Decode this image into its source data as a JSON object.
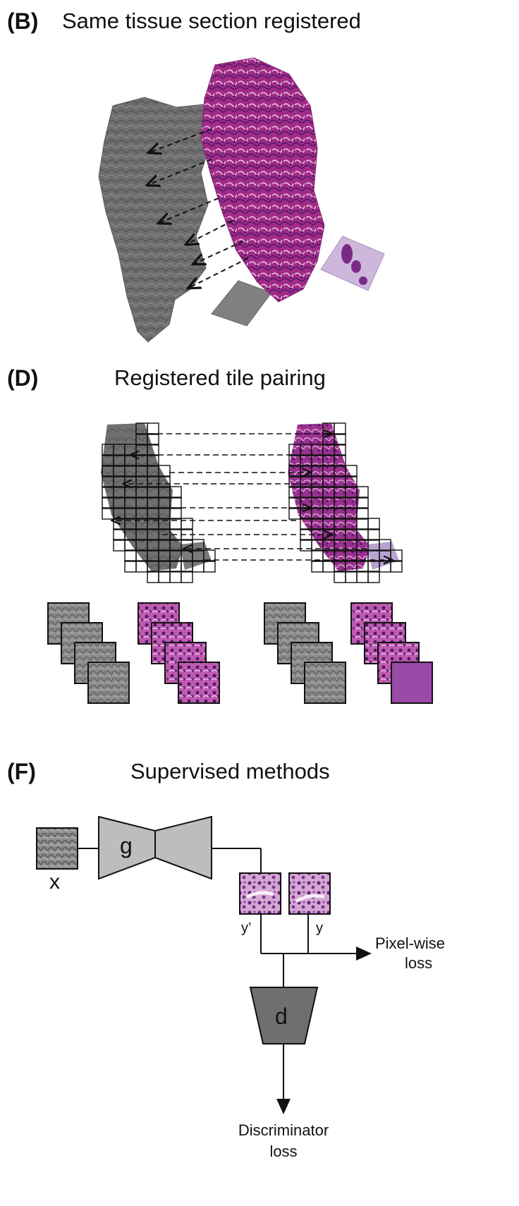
{
  "panels": [
    {
      "letter": "(B)",
      "title": "Same tissue section registered"
    },
    {
      "letter": "(D)",
      "title": "Registered tile pairing"
    },
    {
      "letter": "(F)",
      "title": "Supervised methods"
    }
  ],
  "diagram": {
    "generator_label": "g",
    "discriminator_label": "d",
    "input_label": "x",
    "generated_label": "y’",
    "target_label": "y",
    "pixel_loss_line1": "Pixel-wise",
    "pixel_loss_line2": "loss",
    "disc_loss_line1": "Discriminator",
    "disc_loss_line2": "loss"
  },
  "colors": {
    "grey_tissue": "#6b6b6b",
    "he_magenta": "#b0328f",
    "he_dark": "#4a1860",
    "he_light": "#c9b2d6",
    "generator_fill": "#bdbdbd",
    "discriminator_fill": "#6f6f6f"
  }
}
